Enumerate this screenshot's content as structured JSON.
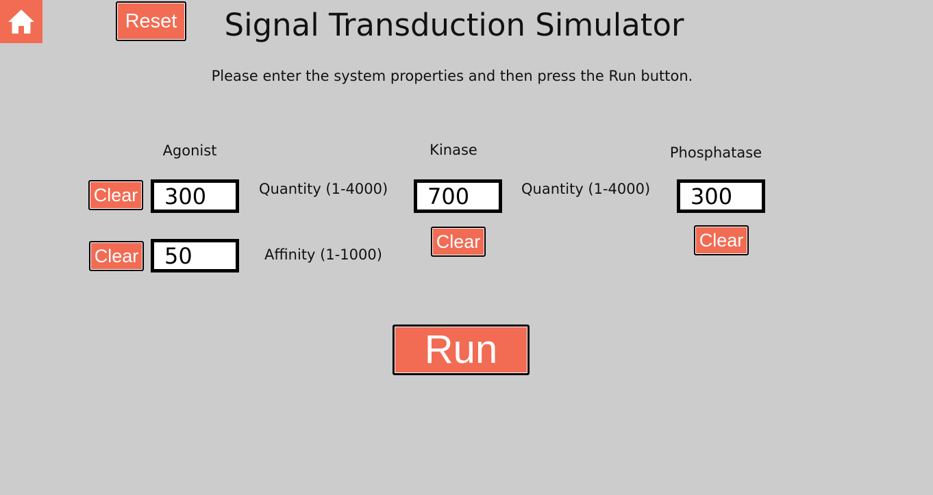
{
  "header": {
    "home_icon": "home-icon",
    "reset_label": "Reset",
    "title": "Signal Transduction Simulator",
    "instructions": "Please enter the system properties and then press the Run button."
  },
  "agonist": {
    "heading": "Agonist",
    "quantity": {
      "value": "300",
      "label": "Quantity (1-4000)",
      "clear_label": "Clear"
    },
    "affinity": {
      "value": "50",
      "label": "Affinity (1-1000)",
      "clear_label": "Clear"
    }
  },
  "kinase": {
    "heading": "Kinase",
    "quantity": {
      "value": "700",
      "label": "Quantity (1-4000)",
      "clear_label": "Clear"
    }
  },
  "phosphatase": {
    "heading": "Phosphatase",
    "quantity": {
      "value": "300",
      "clear_label": "Clear"
    }
  },
  "run_label": "Run",
  "colors": {
    "background": "#cccccc",
    "accent": "#f26b53",
    "button_text": "#ffffff",
    "text": "#111111"
  }
}
